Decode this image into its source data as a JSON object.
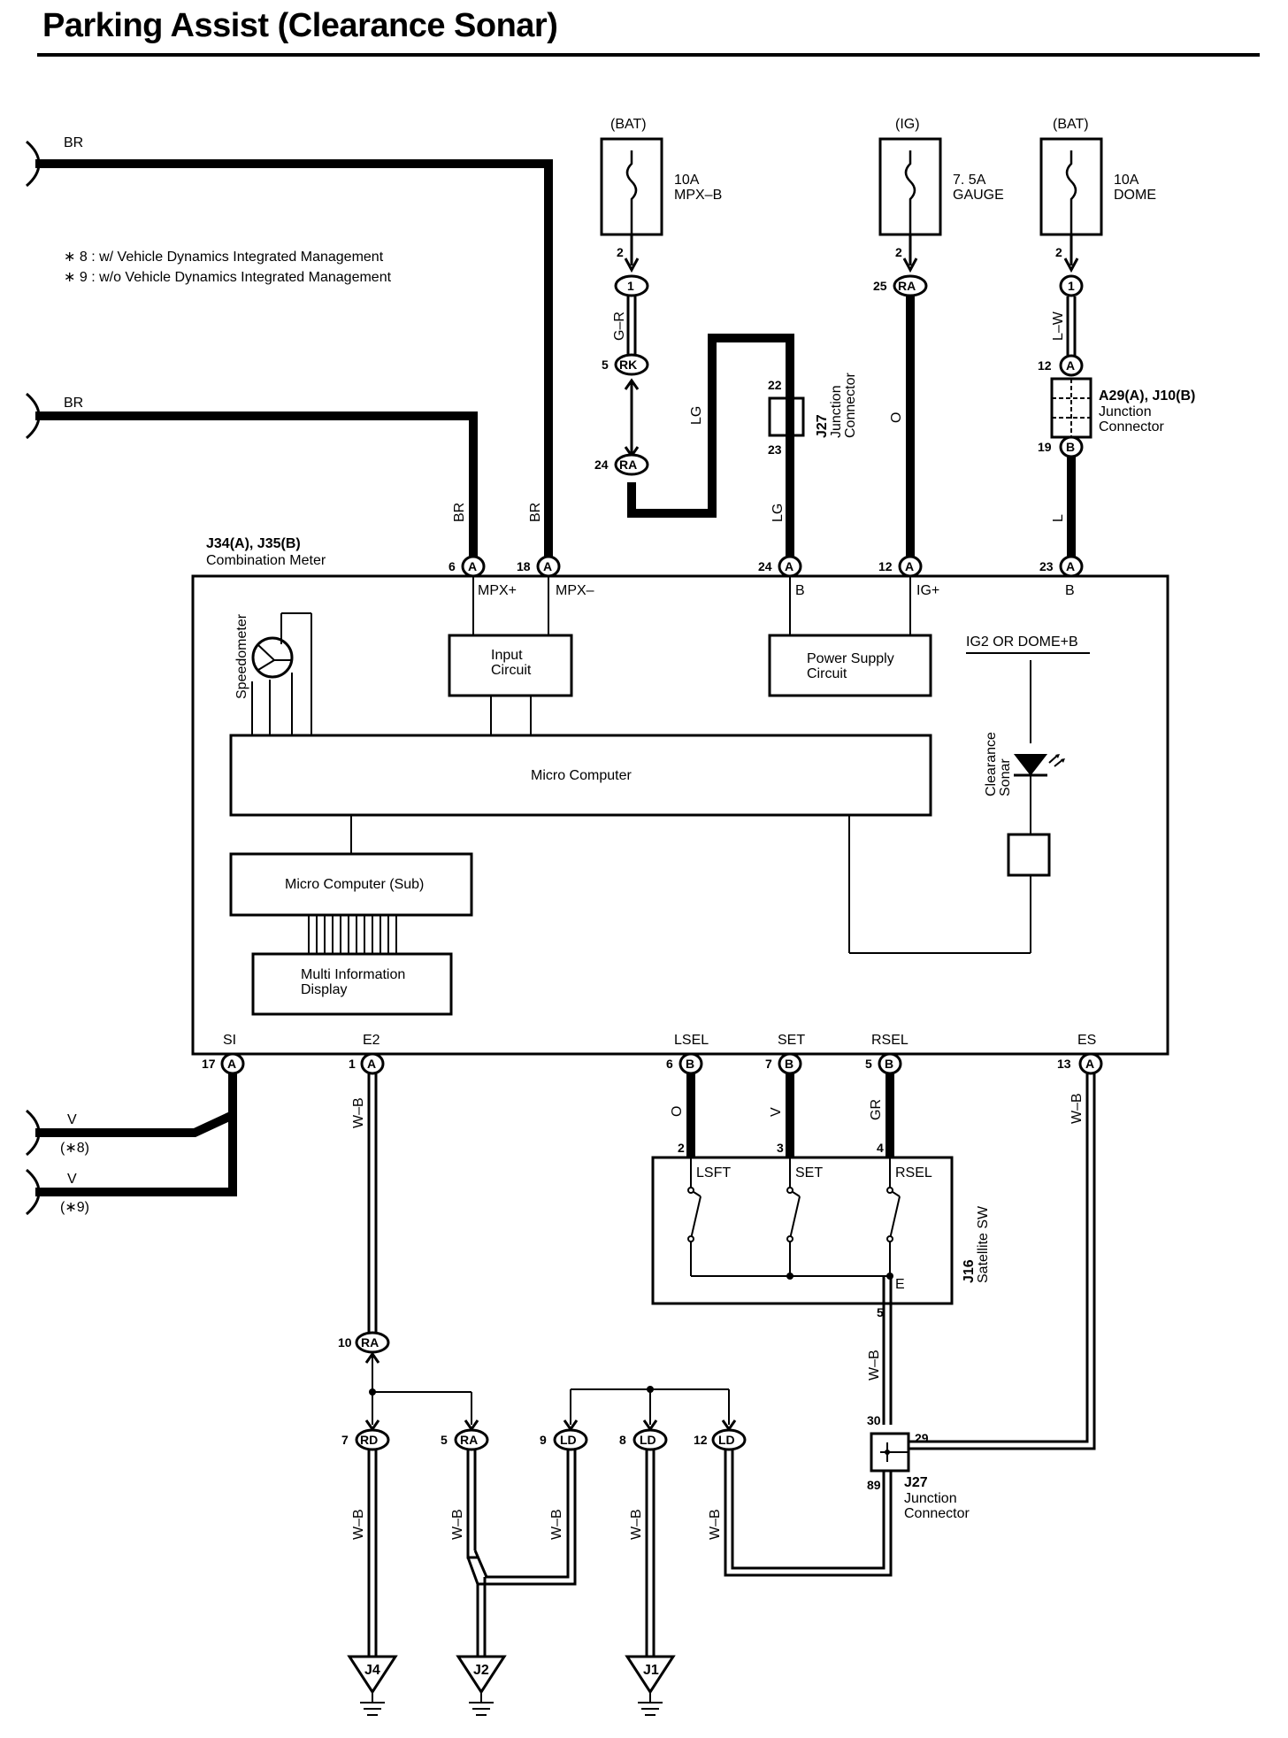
{
  "title": "Parking Assist (Clearance Sonar)",
  "notes": [
    "∗ 8 : w/ Vehicle Dynamics Integrated Management",
    "∗ 9 : w/o Vehicle Dynamics Integrated Management"
  ],
  "fuses": [
    {
      "source": "(BAT)",
      "rating": "10A",
      "name": "MPX–B"
    },
    {
      "source": "(IG)",
      "rating": "7. 5A",
      "name": "GAUGE"
    },
    {
      "source": "(BAT)",
      "rating": "10A",
      "name": "DOME"
    }
  ],
  "combination_meter": {
    "code": "J34(A), J35(B)",
    "name": "Combination Meter",
    "top_terminals": [
      "MPX+",
      "MPX–",
      "B",
      "IG+",
      "B"
    ],
    "bottom_terminals": [
      "SI",
      "E2",
      "LSEL",
      "SET",
      "RSEL",
      "ES"
    ],
    "blocks": {
      "input": "Input\nCircuit",
      "power": "Power Supply\nCircuit",
      "micro": "Micro Computer",
      "micro_sub": "Micro Computer (Sub)",
      "mid": "Multi Information\nDisplay",
      "speedometer": "Speedometer",
      "ig2": "IG2 OR DOME+B",
      "sonar": "Clearance\nSonar"
    }
  },
  "junction_j27_top": {
    "code": "J27",
    "name": "Junction\nConnector"
  },
  "junction_a29": {
    "code": "A29(A), J10(B)",
    "name": "Junction\nConnector"
  },
  "satellite_sw": {
    "code": "J16",
    "name": "Satellite SW",
    "switches": [
      "LSFT",
      "SET",
      "RSEL"
    ],
    "common": "E"
  },
  "junction_j27_bottom": {
    "code": "J27",
    "name": "Junction\nConnector"
  },
  "wires": {
    "br": "BR",
    "gr_r": "G–R",
    "lg": "LG",
    "o": "O",
    "l_w": "L–W",
    "l": "L",
    "v": "V",
    "w_b": "W–B",
    "gr": "GR"
  },
  "grounds": [
    "J4",
    "J2",
    "J1"
  ],
  "note_refs": [
    "(∗8)",
    "(∗9)"
  ]
}
